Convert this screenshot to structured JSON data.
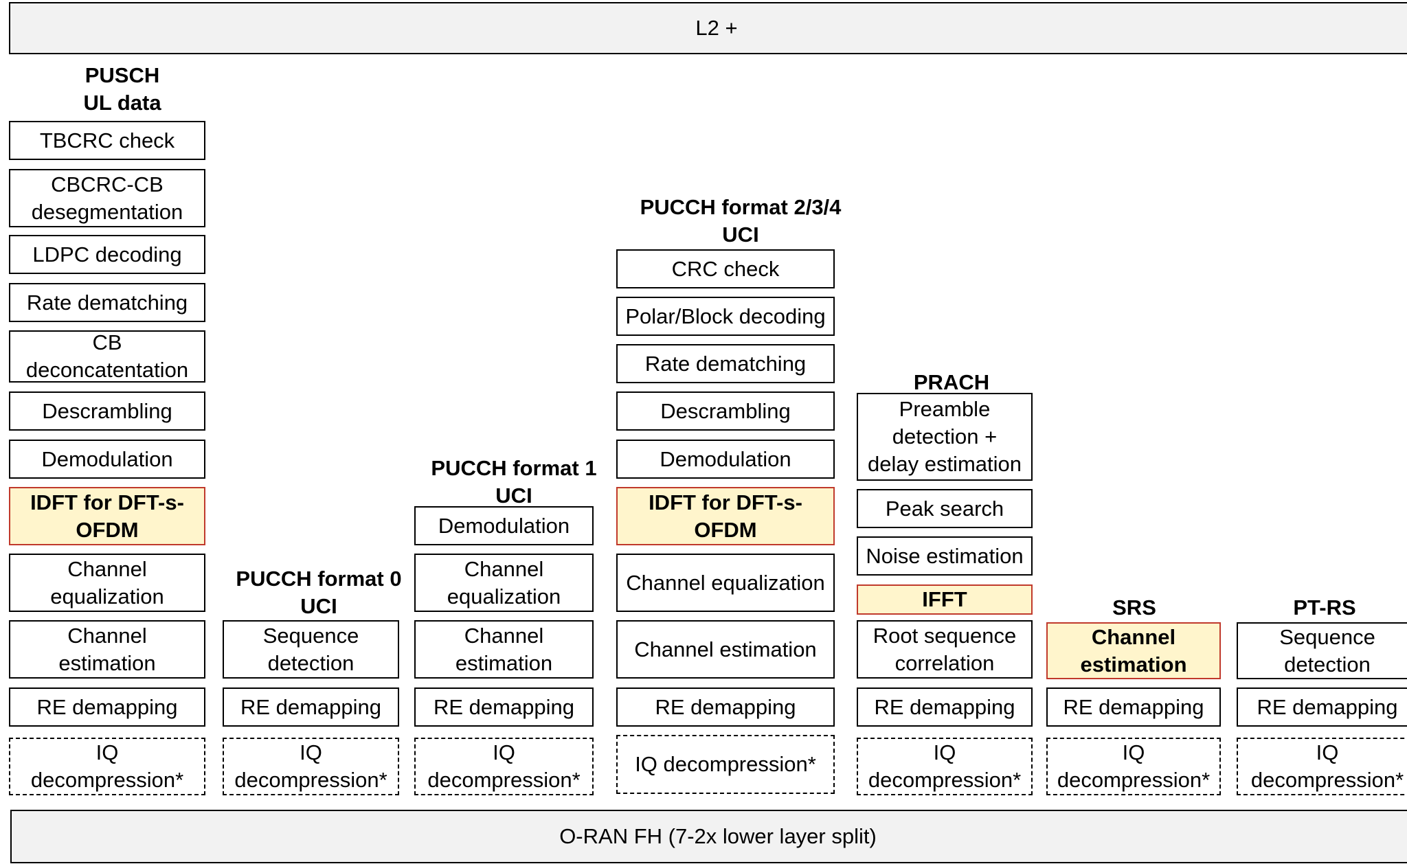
{
  "top_bar": "L2 +",
  "bottom_bar": "O-RAN FH (7-2x lower layer split)",
  "columns": [
    {
      "heading": "PUSCH\nUL data",
      "blocks": [
        "TBCRC check",
        "CBCRC-CB\ndesegmentation",
        "LDPC decoding",
        "Rate dematching",
        "CB\ndeconcatentation",
        "Descrambling",
        "Demodulation",
        "IDFT for DFT-s-\nOFDM",
        "Channel\nequalization",
        "Channel\nestimation",
        "RE demapping",
        "IQ\ndecompression*"
      ]
    },
    {
      "heading": "PUCCH format 0\nUCI",
      "blocks": [
        "Sequence\ndetection",
        "RE demapping",
        "IQ\ndecompression*"
      ]
    },
    {
      "heading": "PUCCH format 1\nUCI",
      "blocks": [
        "Demodulation",
        "Channel\nequalization",
        "Channel\nestimation",
        "RE demapping",
        "IQ\ndecompression*"
      ]
    },
    {
      "heading": "PUCCH format 2/3/4\nUCI",
      "blocks": [
        "CRC check",
        "Polar/Block decoding",
        "Rate dematching",
        "Descrambling",
        "Demodulation",
        "IDFT for DFT-s-\nOFDM",
        "Channel equalization",
        "Channel estimation",
        "RE demapping",
        "IQ decompression*"
      ]
    },
    {
      "heading": "PRACH",
      "blocks": [
        "Preamble\ndetection +\ndelay estimation",
        "Peak search",
        "Noise estimation",
        "IFFT",
        "Root sequence\ncorrelation",
        "RE demapping",
        "IQ\ndecompression*"
      ]
    },
    {
      "heading": "SRS",
      "blocks": [
        "Channel\nestimation",
        "RE demapping",
        "IQ\ndecompression*"
      ]
    },
    {
      "heading": "PT-RS",
      "blocks": [
        "Sequence\ndetection",
        "RE demapping",
        "IQ\ndecompression*"
      ]
    }
  ]
}
